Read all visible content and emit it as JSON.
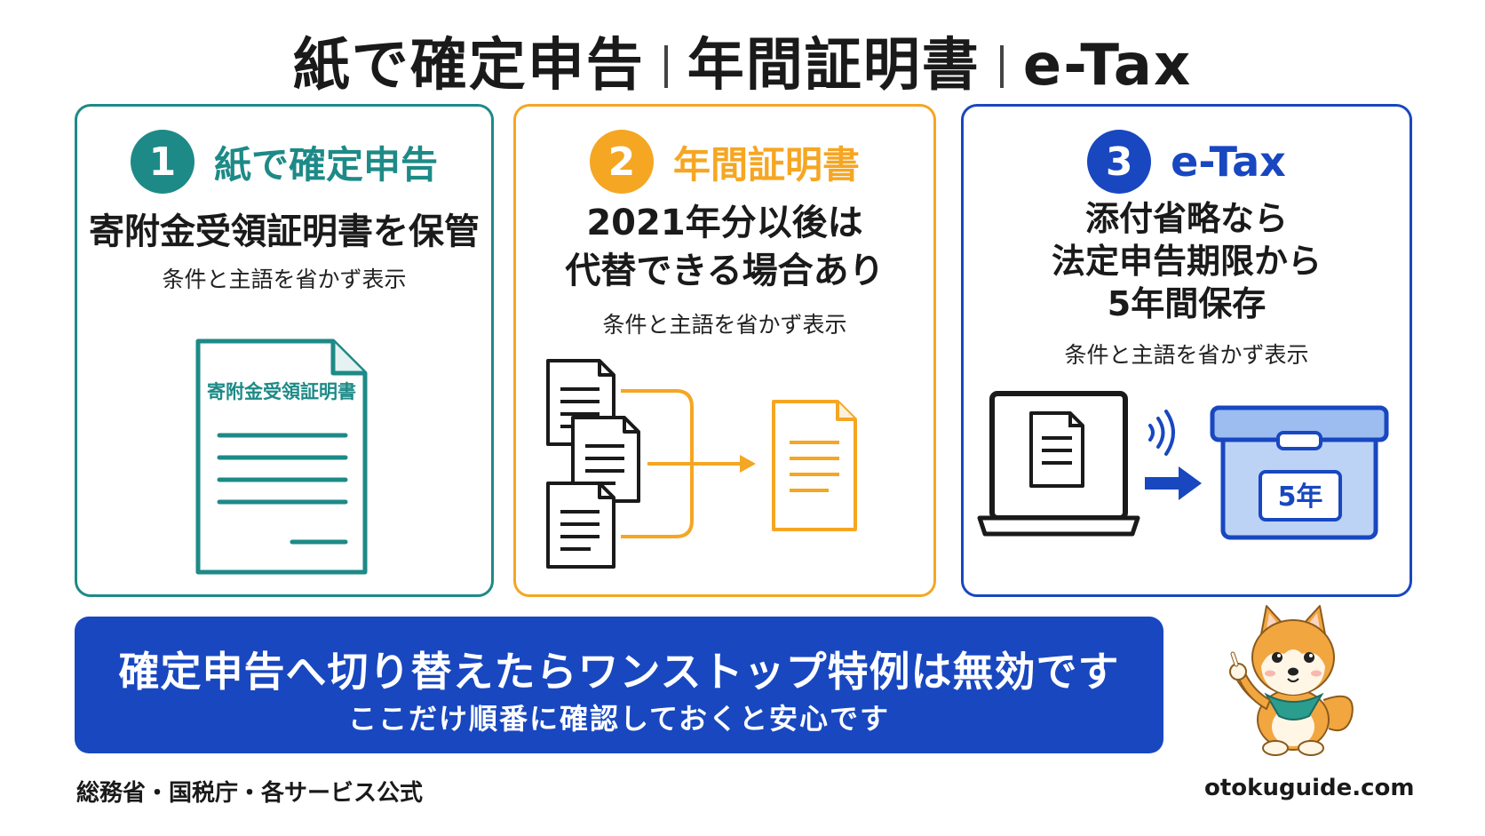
{
  "title": {
    "part1": "紙で確定申告",
    "part2": "年間証明書",
    "part3": "e-Tax"
  },
  "cards": [
    {
      "number": "1",
      "label": "紙で確定申告",
      "main": [
        "寄附金受領証明書を保管"
      ],
      "note": "条件と主語を省かず表示",
      "doc_title": "寄附金受領証明書",
      "color": "#1d8a87"
    },
    {
      "number": "2",
      "label": "年間証明書",
      "main": [
        "2021年分以後は",
        "代替できる場合あり"
      ],
      "note": "条件と主語を省かず表示",
      "color": "#f5a623"
    },
    {
      "number": "3",
      "label": "e-Tax",
      "main": [
        "添付省略なら",
        "法定申告期限から",
        "5年間保存"
      ],
      "note": "条件と主語を省かず表示",
      "box_label": "5年",
      "color": "#1847c0"
    }
  ],
  "banner": {
    "main": "確定申告へ切り替えたらワンストップ特例は無効です",
    "sub": "ここだけ順番に確認しておくと安心です"
  },
  "footer": {
    "source": "総務省・国税庁・各サービス公式",
    "site": "otokuguide.com"
  }
}
